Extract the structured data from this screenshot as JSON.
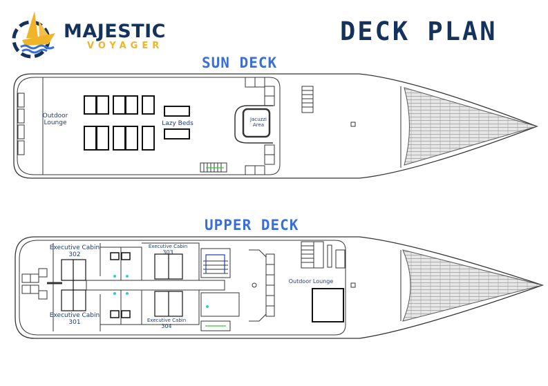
{
  "brand": {
    "name": "MAJESTIC",
    "subtitle": "VOYAGER"
  },
  "title": "DECK PLAN",
  "sun_deck": {
    "title": "SUN DECK",
    "labels": {
      "outdoor_lounge": "Outdoor Lounge",
      "lazy_beds": "Lazy Beds",
      "jacuzzi": "Jacuzzi Area"
    }
  },
  "upper_deck": {
    "title": "UPPER DECK",
    "cabins": [
      {
        "name": "Executive Cabin",
        "number": "302"
      },
      {
        "name": "Executive Cabin",
        "number": "301"
      },
      {
        "name": "Executive Cabin",
        "number": "303"
      },
      {
        "name": "Executive Cabin",
        "number": "304"
      }
    ],
    "labels": {
      "outdoor_lounge": "Outdoor Lounge"
    }
  },
  "colors": {
    "navy": "#14325c",
    "gold": "#f0b429",
    "deck_title": "#3a6fd8",
    "wave": "#3a6fd8"
  }
}
